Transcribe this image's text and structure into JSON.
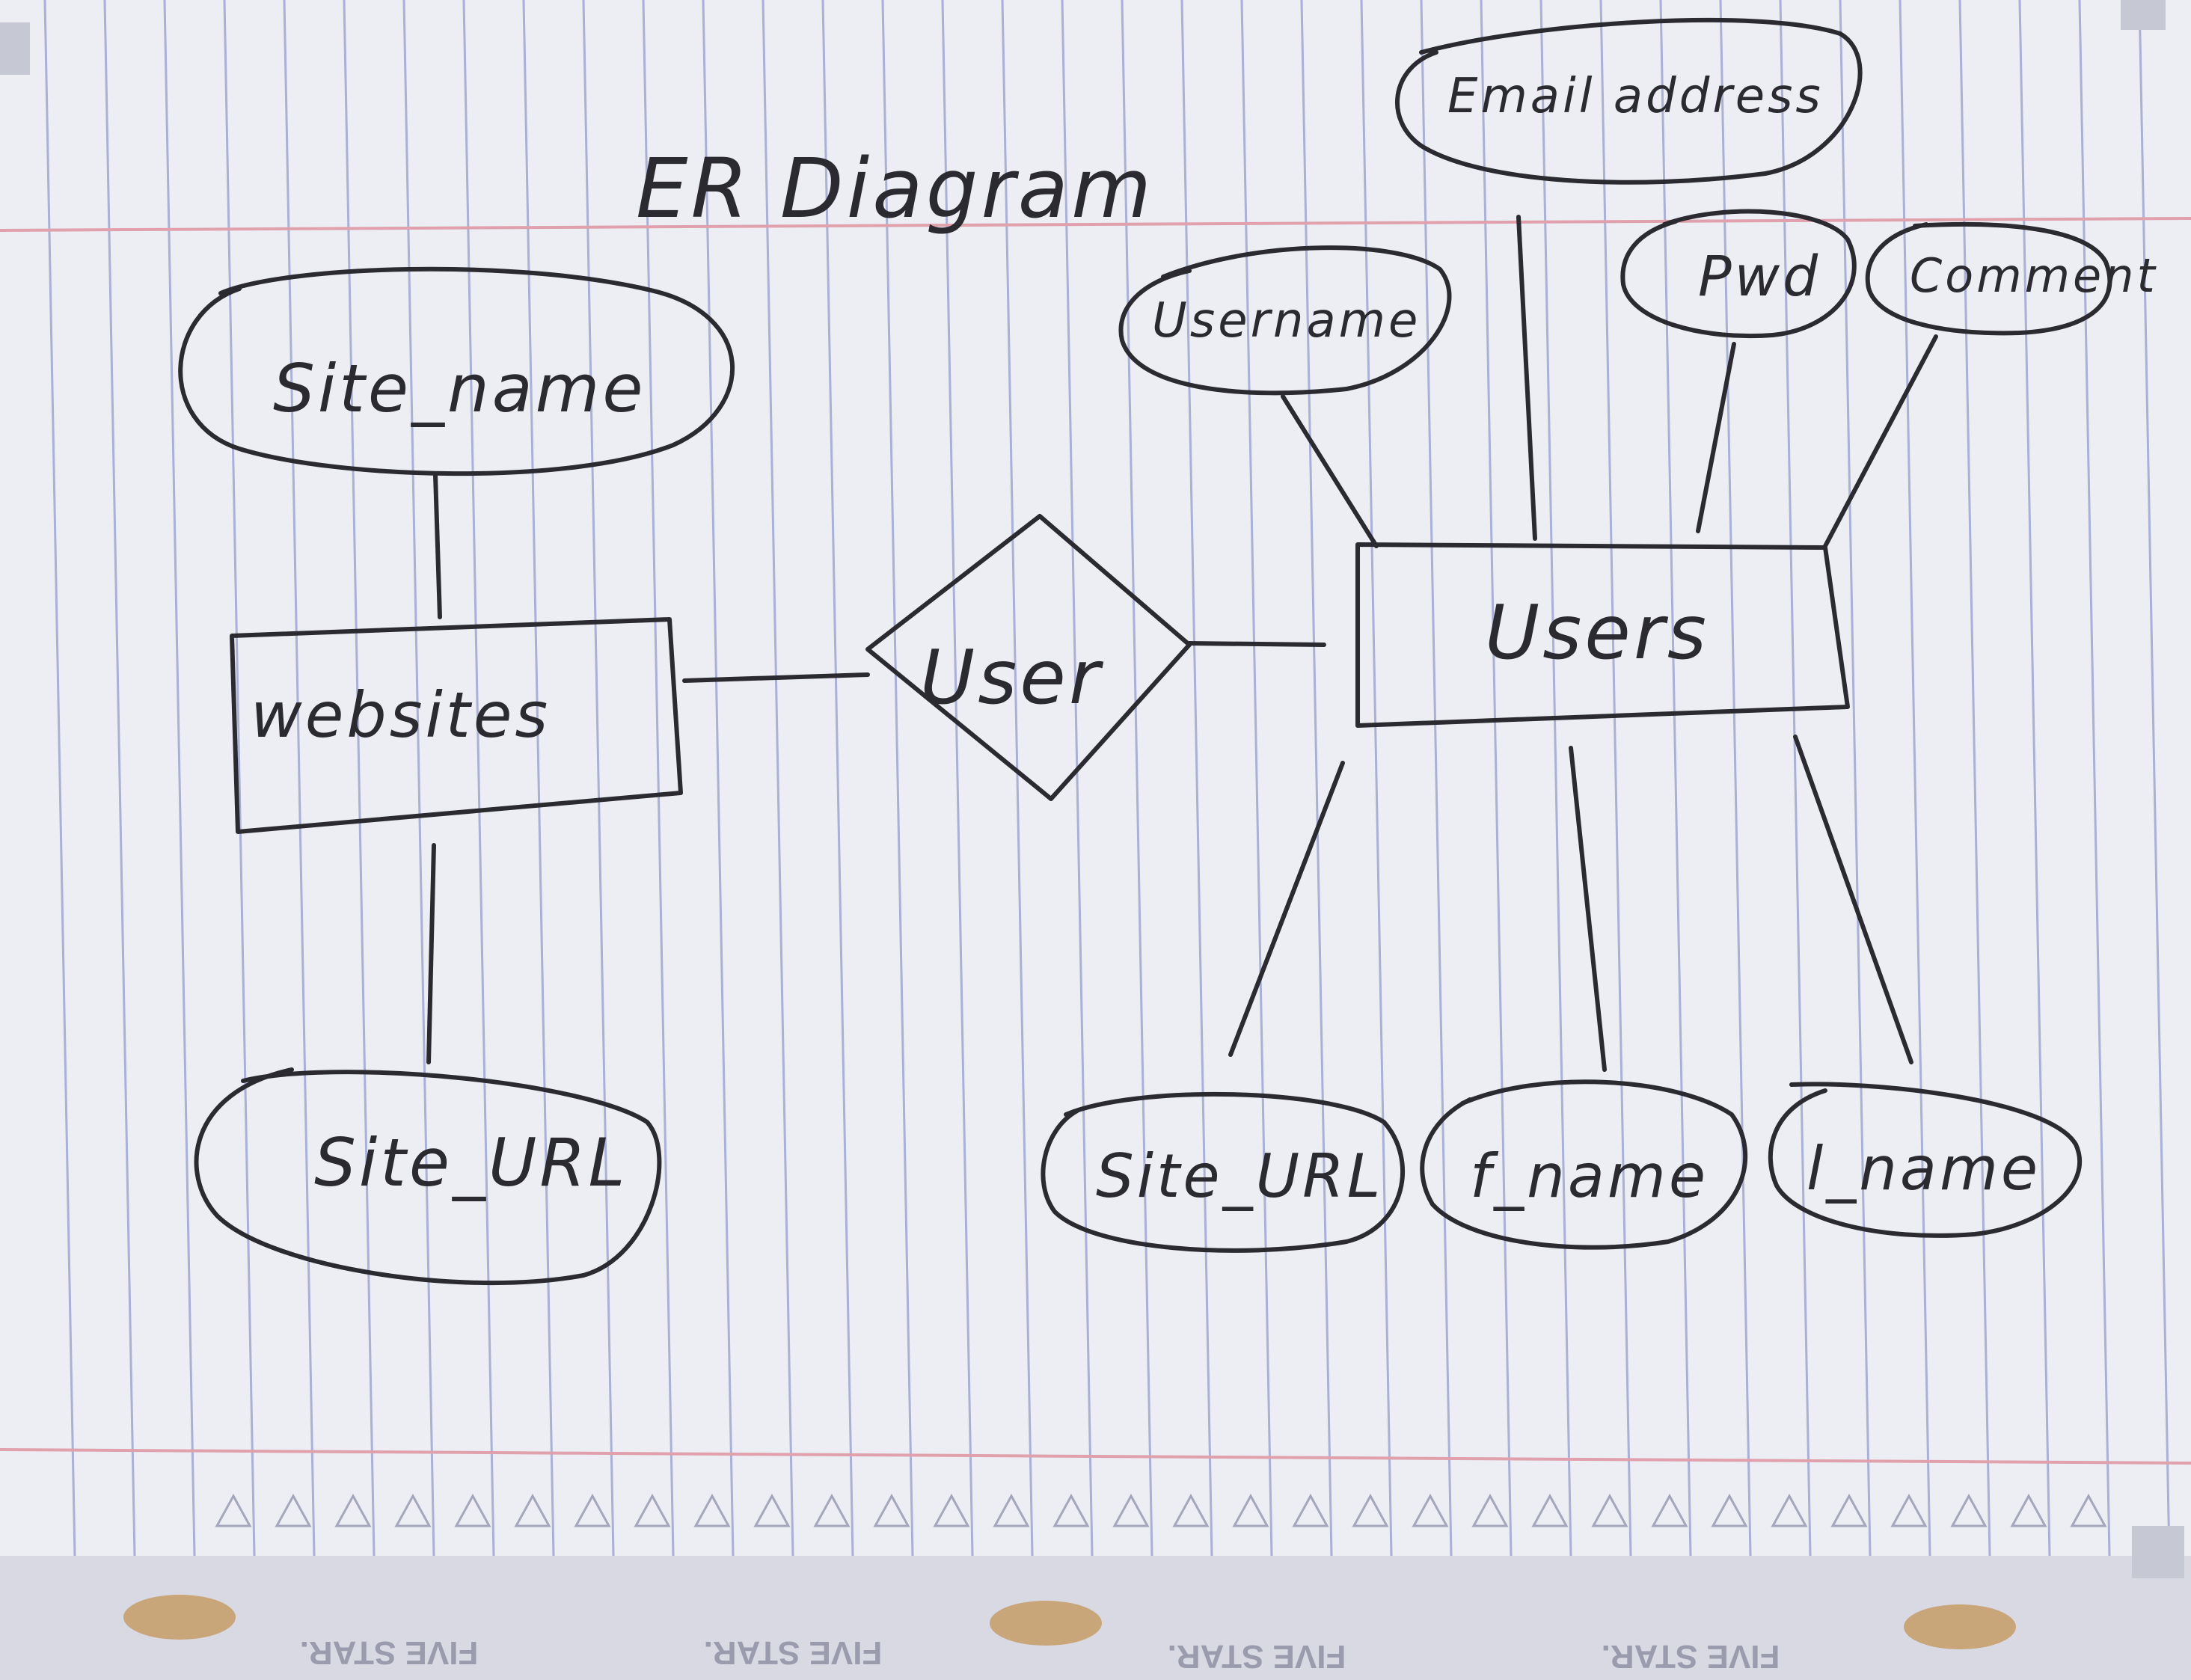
{
  "title": "ER Diagram",
  "entities": {
    "websites": "websites",
    "users": "Users"
  },
  "relationship": "User",
  "attributes": {
    "site_name": "Site_name",
    "site_url_left": "Site_URL",
    "email_address": "Email address",
    "username": "Username",
    "pwd": "Pwd",
    "comment": "Comment",
    "site_url_right": "Site_URL",
    "f_name": "f_name",
    "l_name": "l_name"
  },
  "notebook_brand": [
    "FIVE STAR.",
    "FIVE STAR.",
    "FIVE STAR.",
    "FIVE STAR."
  ],
  "colors": {
    "paper": "#eceef3",
    "rule_line": "#aab0d6",
    "margin_line": "#e0a0ac",
    "ink": "#2a2a30",
    "tab": "#c9a57a"
  }
}
